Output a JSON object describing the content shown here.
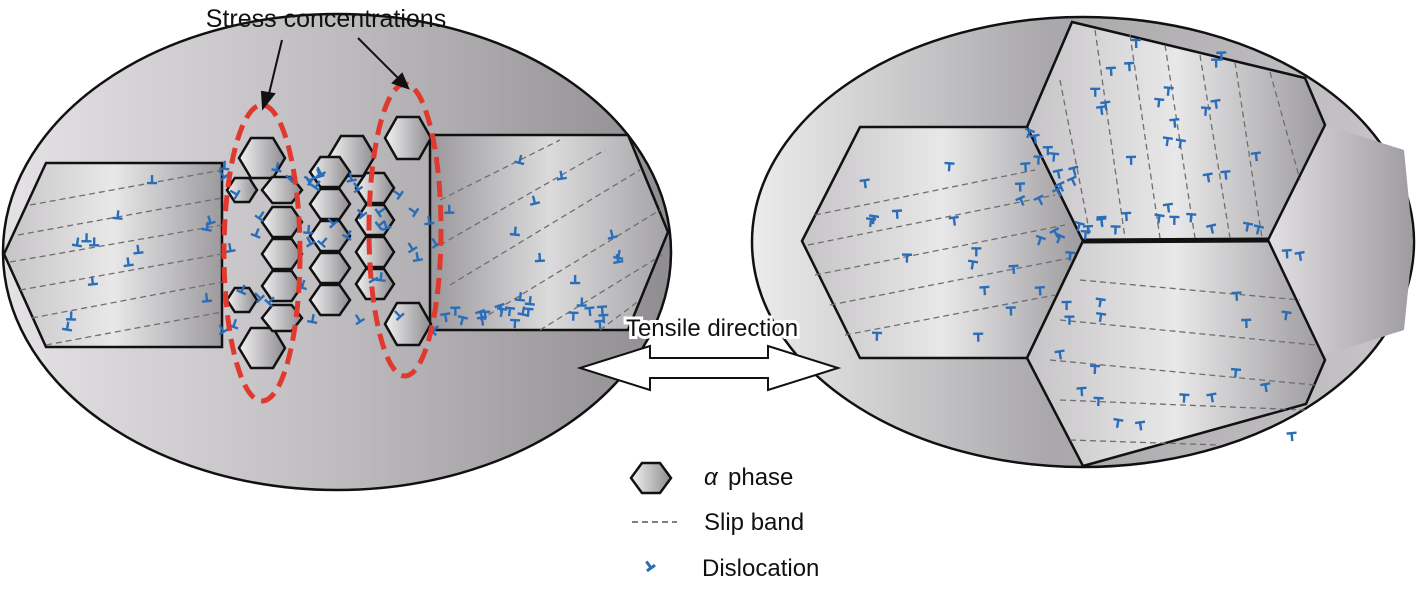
{
  "labels": {
    "stress": "Stress concentrations",
    "tensile": "Tensile direction"
  },
  "legend": {
    "alpha_symbol": "α",
    "alpha_text": "phase",
    "slip": "Slip band",
    "dislocation": "Dislocation"
  },
  "colors": {
    "dislocation": "#2a6db8",
    "stress_ellipse": "#e03a30",
    "outline": "#111111",
    "slip_band": "#6f6f6f"
  }
}
